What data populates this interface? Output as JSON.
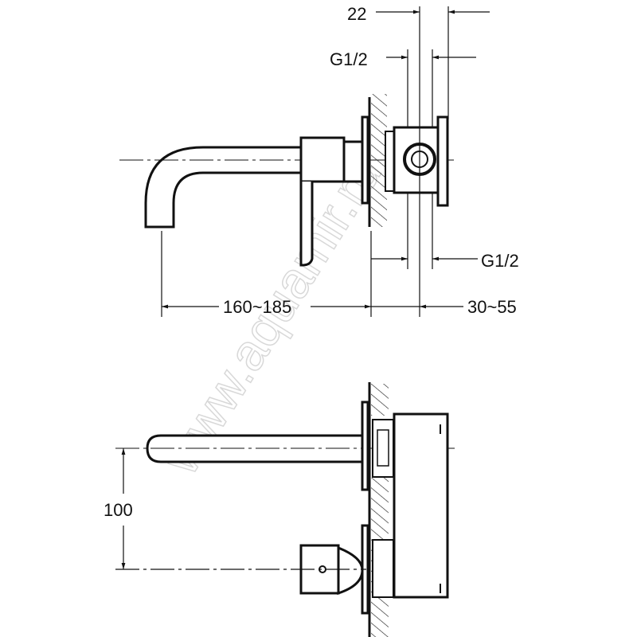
{
  "watermark": "www.aquamir.ru",
  "dimensions": {
    "top_width": "22",
    "inlet_top": "G1/2",
    "inlet_bottom": "G1/2",
    "spout_projection": "160~185",
    "wall_depth": "30~55",
    "height_offset": "100"
  },
  "colors": {
    "line": "#111111",
    "watermark": "#d8d8d8"
  }
}
